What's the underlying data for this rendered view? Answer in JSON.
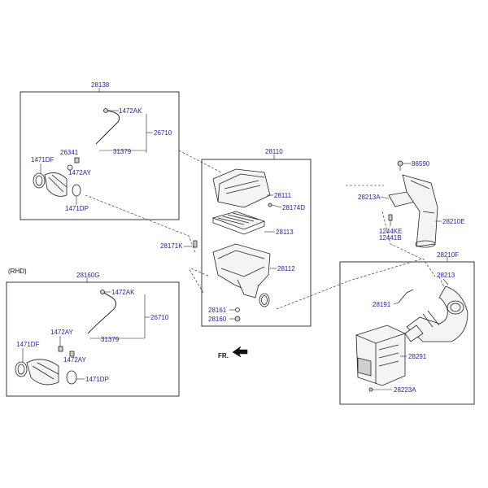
{
  "labels": {
    "top_assy": "28138",
    "top_clamp_a": "1472AK",
    "top_hose_main": "26710",
    "top_bolt_a": "26341",
    "top_hose_b": "31379",
    "top_clamp_b": "1472AY",
    "top_clamp_df": "1471DF",
    "top_clamp_dp": "1471DP",
    "cleaner_assy": "28110",
    "cover": "28111",
    "bolt_174d": "28174D",
    "filter": "28113",
    "bolt_171k": "28171K",
    "body": "28112",
    "mount_161": "28161",
    "mount_160": "28160",
    "bolt_590": "86590",
    "bracket_213a": "28213A",
    "duct_210e": "28210E",
    "bolt_244ke": "1244KE",
    "bolt_2441b": "12441B",
    "hose_assy": "28210F",
    "hose_213": "28213",
    "hose_191": "28191",
    "resonator": "28291",
    "bolt_223a": "28223A",
    "rhd_tag": "(RHD)",
    "rhd_assy": "28160G",
    "rhd_clamp_a": "1472AK",
    "rhd_hose_main": "26710",
    "rhd_clamp_y1": "1472AY",
    "rhd_hose_b": "31379",
    "rhd_clamp_df": "1471DF",
    "rhd_clamp_y2": "1472AY",
    "rhd_clamp_dp": "1471DP",
    "front_marker": "FR."
  }
}
